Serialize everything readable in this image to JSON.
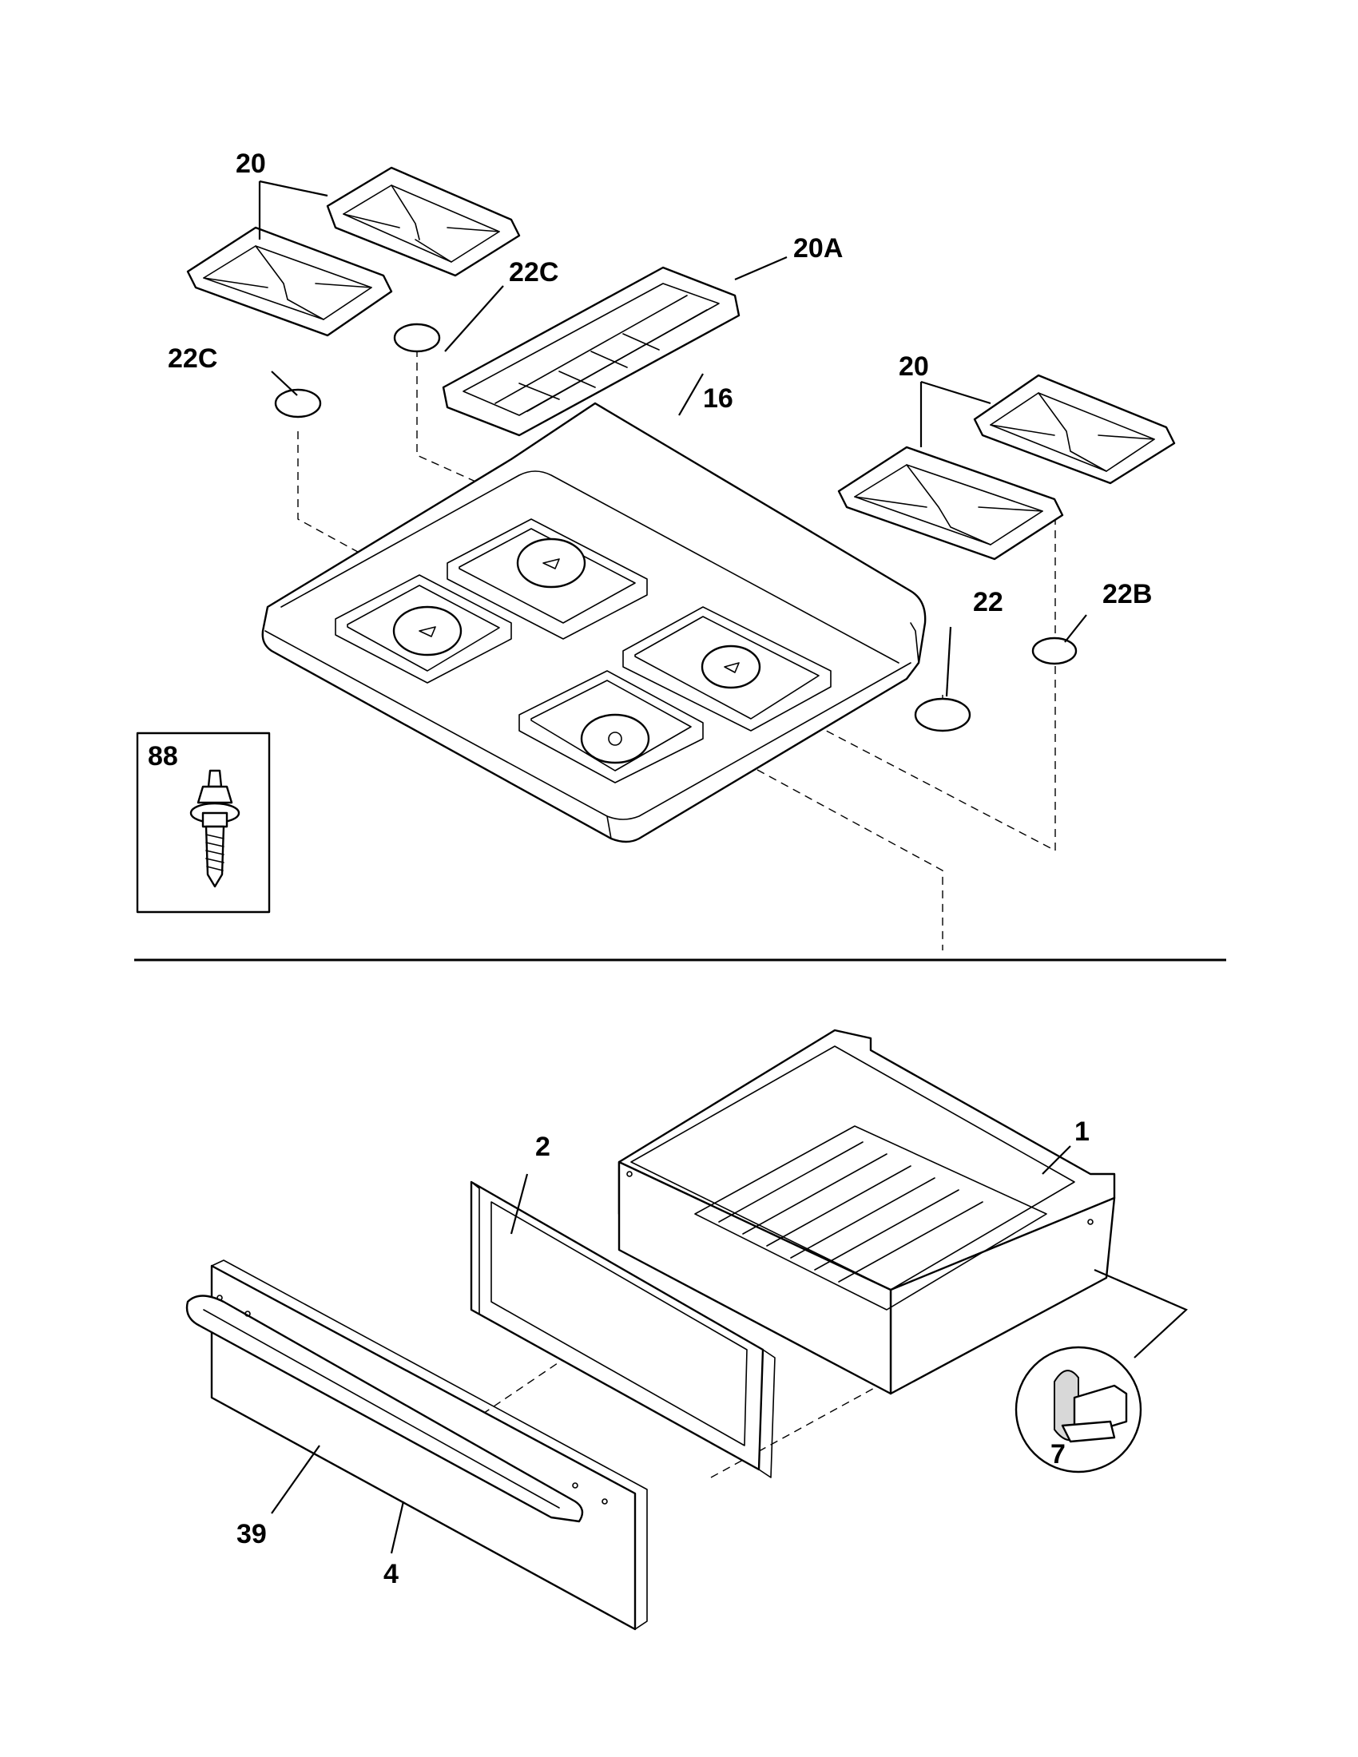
{
  "callouts": {
    "grates_left": "20",
    "cap_left_top": "22C",
    "cap_left_bottom": "22C",
    "grate_center": "20A",
    "cooktop": "16",
    "grates_right": "20",
    "cap_right_front": "22",
    "cap_right_rear": "22B",
    "fastener": "88",
    "drawer_body": "1",
    "drawer_front_frame": "2",
    "drawer_panel": "4",
    "handle": "39",
    "roller": "7"
  }
}
